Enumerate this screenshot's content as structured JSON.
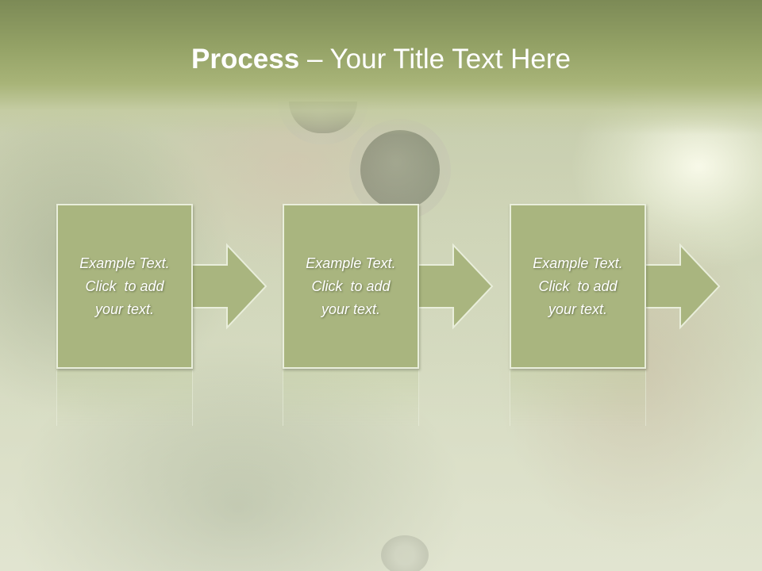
{
  "slide": {
    "title_bold": "Process",
    "title_rest": " – Your Title Text Here",
    "steps": [
      {
        "line1": "Example Text.",
        "line2": "Click  to add",
        "line3": "your text."
      },
      {
        "line1": "Example Text.",
        "line2": "Click  to add",
        "line3": "your text."
      },
      {
        "line1": "Example Text.",
        "line2": "Click  to add",
        "line3": "your text."
      }
    ]
  },
  "colors": {
    "header": "#94a266",
    "box_fill": "#a9b57f",
    "box_border": "#e9eedb",
    "text": "#ffffff"
  },
  "icons": [
    "right-arrow-icon",
    "right-arrow-icon",
    "right-arrow-icon"
  ]
}
